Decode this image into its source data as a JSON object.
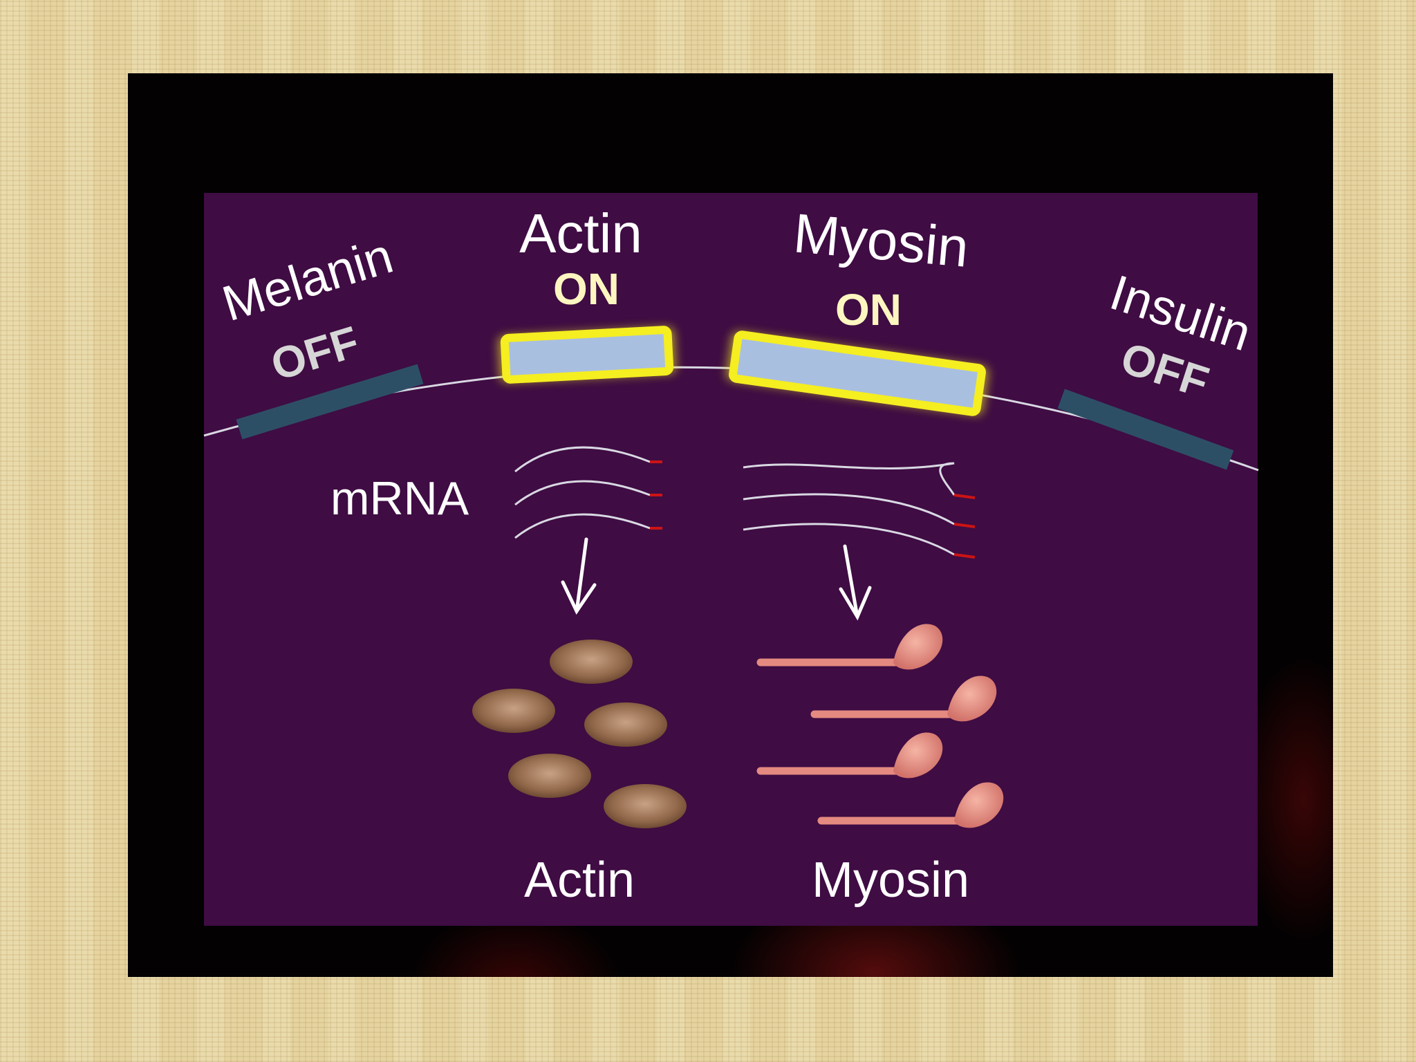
{
  "genes": [
    {
      "name": "Melanin",
      "state": "OFF"
    },
    {
      "name": "Actin",
      "state": "ON"
    },
    {
      "name": "Myosin",
      "state": "ON"
    },
    {
      "name": "Insulin",
      "state": "OFF"
    }
  ],
  "mrna_label": "mRNA",
  "products": {
    "actin": "Actin",
    "myosin": "Myosin"
  },
  "colors": {
    "panel": "#3f0c43",
    "gene_off": "#2d4f66",
    "gene_on_fill": "#a9bfe0",
    "gene_on_glow": "#f5ee20",
    "state_on_text": "#fdf6c0",
    "actin_protein": "#8a6548",
    "myosin_protein": "#e48a80",
    "mrna_cap": "#cc1414"
  }
}
